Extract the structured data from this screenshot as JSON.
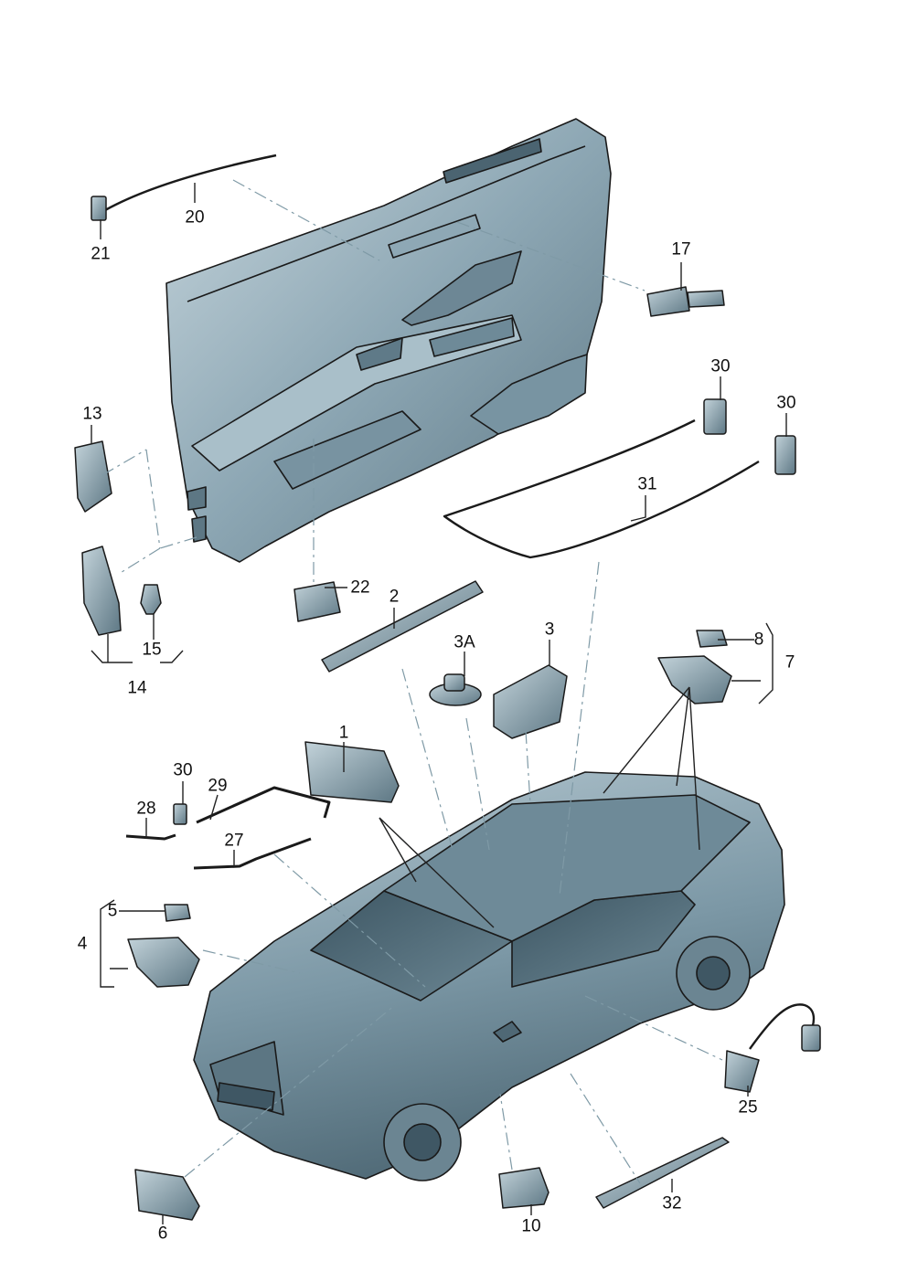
{
  "callouts": {
    "c1": "1",
    "c2": "2",
    "c3": "3",
    "c3a": "3A",
    "c4": "4",
    "c5": "5",
    "c6": "6",
    "c7": "7",
    "c8": "8",
    "c10": "10",
    "c13": "13",
    "c14": "14",
    "c15": "15",
    "c17": "17",
    "c20": "20",
    "c21": "21",
    "c22": "22",
    "c25": "25",
    "c27": "27",
    "c28": "28",
    "c29": "29",
    "c30a": "30",
    "c30b": "30",
    "c30c": "30",
    "c31": "31",
    "c32": "32"
  },
  "colors": {
    "part_fill": "#8fa9b6",
    "part_dark": "#5d7784",
    "part_light": "#c3d3da",
    "outline": "#1a1a1a",
    "leader": "#222222",
    "dash": "#7f9aa6"
  }
}
